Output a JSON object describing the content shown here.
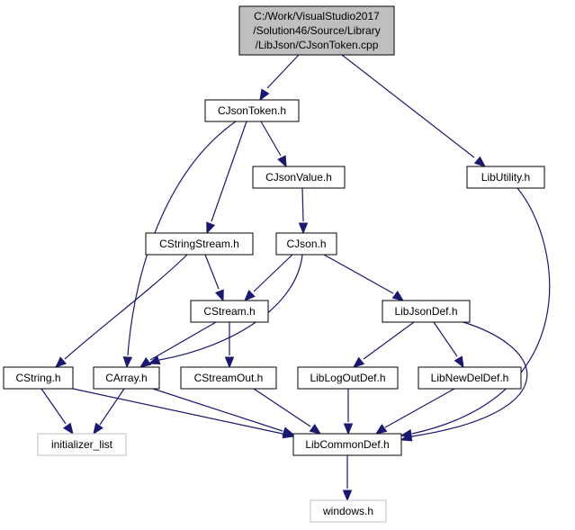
{
  "graph": {
    "nodes": [
      {
        "id": "root",
        "label": [
          "C:/Work/VisualStudio2017",
          "/Solution46/Source/Library",
          "/LibJson/CJsonToken.cpp"
        ],
        "kind": "root"
      },
      {
        "id": "cjsontoken",
        "label": [
          "CJsonToken.h"
        ],
        "kind": "normal"
      },
      {
        "id": "libutility",
        "label": [
          "LibUtility.h"
        ],
        "kind": "normal"
      },
      {
        "id": "cjsonvalue",
        "label": [
          "CJsonValue.h"
        ],
        "kind": "normal"
      },
      {
        "id": "cstringstream",
        "label": [
          "CStringStream.h"
        ],
        "kind": "normal"
      },
      {
        "id": "cjson",
        "label": [
          "CJson.h"
        ],
        "kind": "normal"
      },
      {
        "id": "cstream",
        "label": [
          "CStream.h"
        ],
        "kind": "normal"
      },
      {
        "id": "libjsondef",
        "label": [
          "LibJsonDef.h"
        ],
        "kind": "normal"
      },
      {
        "id": "cstring",
        "label": [
          "CString.h"
        ],
        "kind": "normal"
      },
      {
        "id": "carray",
        "label": [
          "CArray.h"
        ],
        "kind": "normal"
      },
      {
        "id": "cstreamout",
        "label": [
          "CStreamOut.h"
        ],
        "kind": "normal"
      },
      {
        "id": "liblogoutdef",
        "label": [
          "LibLogOutDef.h"
        ],
        "kind": "normal"
      },
      {
        "id": "libnewdeldef",
        "label": [
          "LibNewDelDef.h"
        ],
        "kind": "normal"
      },
      {
        "id": "initializer_list",
        "label": [
          "initializer_list"
        ],
        "kind": "external"
      },
      {
        "id": "libcommondef",
        "label": [
          "LibCommonDef.h"
        ],
        "kind": "normal"
      },
      {
        "id": "windows",
        "label": [
          "windows.h"
        ],
        "kind": "external"
      }
    ],
    "edges": [
      {
        "from": "root",
        "to": "cjsontoken"
      },
      {
        "from": "root",
        "to": "libutility"
      },
      {
        "from": "cjsontoken",
        "to": "cjsonvalue"
      },
      {
        "from": "cjsontoken",
        "to": "cstringstream"
      },
      {
        "from": "cjsontoken",
        "to": "carray"
      },
      {
        "from": "cjsonvalue",
        "to": "cjson"
      },
      {
        "from": "cstringstream",
        "to": "cstream"
      },
      {
        "from": "cstringstream",
        "to": "cstring"
      },
      {
        "from": "cjson",
        "to": "cstream"
      },
      {
        "from": "cjson",
        "to": "libjsondef"
      },
      {
        "from": "cjson",
        "to": "carray"
      },
      {
        "from": "cstream",
        "to": "carray"
      },
      {
        "from": "cstream",
        "to": "cstreamout"
      },
      {
        "from": "libjsondef",
        "to": "liblogoutdef"
      },
      {
        "from": "libjsondef",
        "to": "libnewdeldef"
      },
      {
        "from": "libjsondef",
        "to": "libcommondef"
      },
      {
        "from": "cstring",
        "to": "initializer_list"
      },
      {
        "from": "cstring",
        "to": "libcommondef"
      },
      {
        "from": "carray",
        "to": "initializer_list"
      },
      {
        "from": "carray",
        "to": "libcommondef"
      },
      {
        "from": "cstreamout",
        "to": "libcommondef"
      },
      {
        "from": "liblogoutdef",
        "to": "libcommondef"
      },
      {
        "from": "libnewdeldef",
        "to": "libcommondef"
      },
      {
        "from": "libutility",
        "to": "libcommondef"
      },
      {
        "from": "libcommondef",
        "to": "windows"
      }
    ],
    "colors": {
      "edge": "#191970",
      "root_fill": "#bfbfbf",
      "node_border": "#000000",
      "external_border": "#bfbfbf"
    }
  }
}
